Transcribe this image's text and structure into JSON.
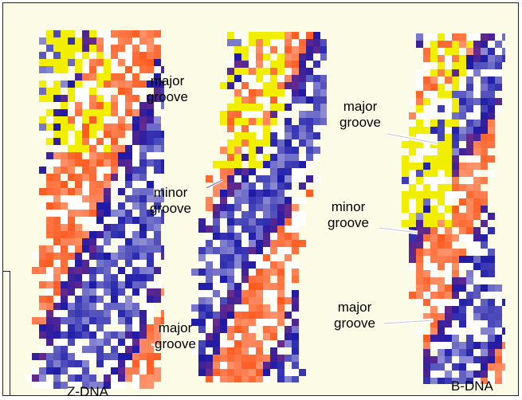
{
  "models": [
    {
      "name": "Z-DNA"
    },
    {
      "name": ""
    },
    {
      "name": "B-DNA"
    }
  ],
  "labels": {
    "z_major_top": "major\ngroove",
    "z_minor": "minor\ngroove",
    "z_major_bottom": "major\ngroove",
    "b_major_top": "major\ngroove",
    "b_minor": "minor\ngroove",
    "b_major_bottom": "major\ngroove"
  },
  "colors": {
    "background": "#fbfbe6",
    "strand_yellow": "#f2ee00",
    "strand_orange": "#ff5a1e",
    "strand_blue": "#1c1aa8",
    "strand_purple": "#6a2a8a",
    "atom_white": "#ffffff"
  }
}
